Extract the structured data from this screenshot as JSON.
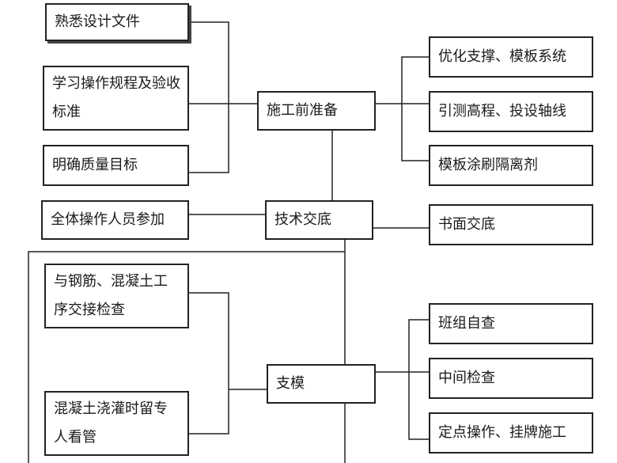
{
  "nodes": {
    "familiarize_design": "熟悉设计文件",
    "study_rules": "学习操作规程及验收标准",
    "quality_goal": "明确质量目标",
    "pre_construction_prep": "施工前准备",
    "optimize_support": "优化支撑、模板系统",
    "elevation_survey": "引测高程、投设轴线",
    "release_agent": "模板涂刷隔离剂",
    "all_staff": "全体操作人员参加",
    "tech_briefing": "技术交底",
    "written_briefing": "书面交底",
    "handover_check": "与钢筋、混凝土工序交接检查",
    "pour_watch": "混凝土浇灌时留专人看管",
    "formwork": "支模",
    "team_self_check": "班组自查",
    "middle_check": "中间检查",
    "fixed_point": "定点操作、挂牌施工"
  }
}
